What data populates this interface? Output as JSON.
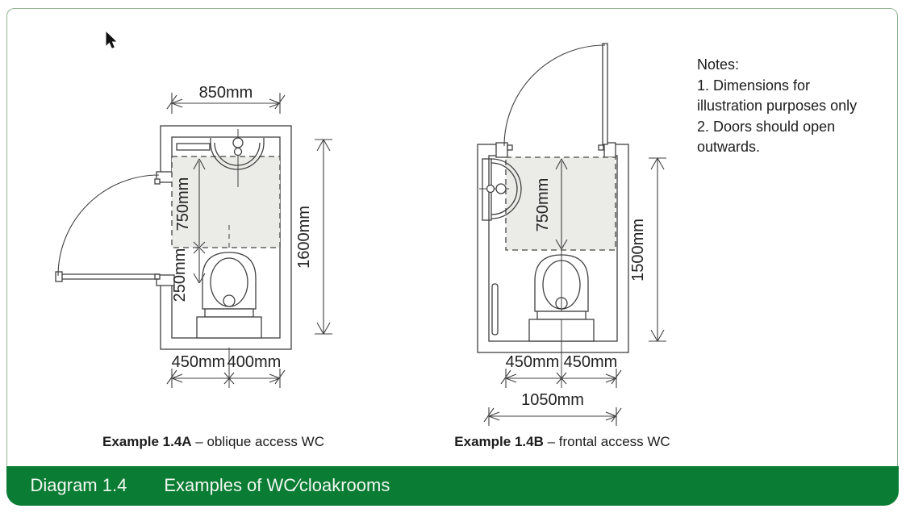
{
  "notes": {
    "title": "Notes:",
    "line1": "1. Dimensions for",
    "line2": "illustration purposes only",
    "line3": "2. Doors should open",
    "line4": "outwards."
  },
  "diagram_a": {
    "dim_top_width": "850mm",
    "dim_height": "1600mm",
    "dim_zone_depth": "750mm",
    "dim_wc_offset": "250mm",
    "dim_bottom_left": "450mm",
    "dim_bottom_right": "400mm",
    "caption_bold": "Example 1.4A",
    "caption_rest": "– oblique access WC"
  },
  "diagram_b": {
    "dim_zone_depth": "750mm",
    "dim_height": "1500mm",
    "dim_bottom_left": "450mm",
    "dim_bottom_right": "450mm",
    "dim_total_width": "1050mm",
    "caption_bold": "Example 1.4B",
    "caption_rest": "– frontal access WC"
  },
  "footer": {
    "label": "Diagram 1.4",
    "title": "Examples of WC⁄cloakrooms"
  },
  "cursor": {
    "icon": "mouse-pointer"
  },
  "colors": {
    "footer_green": "#0a7c33",
    "card_border": "#92b393",
    "drawing_line": "#404040",
    "zone_fill": "#ebebe8"
  }
}
